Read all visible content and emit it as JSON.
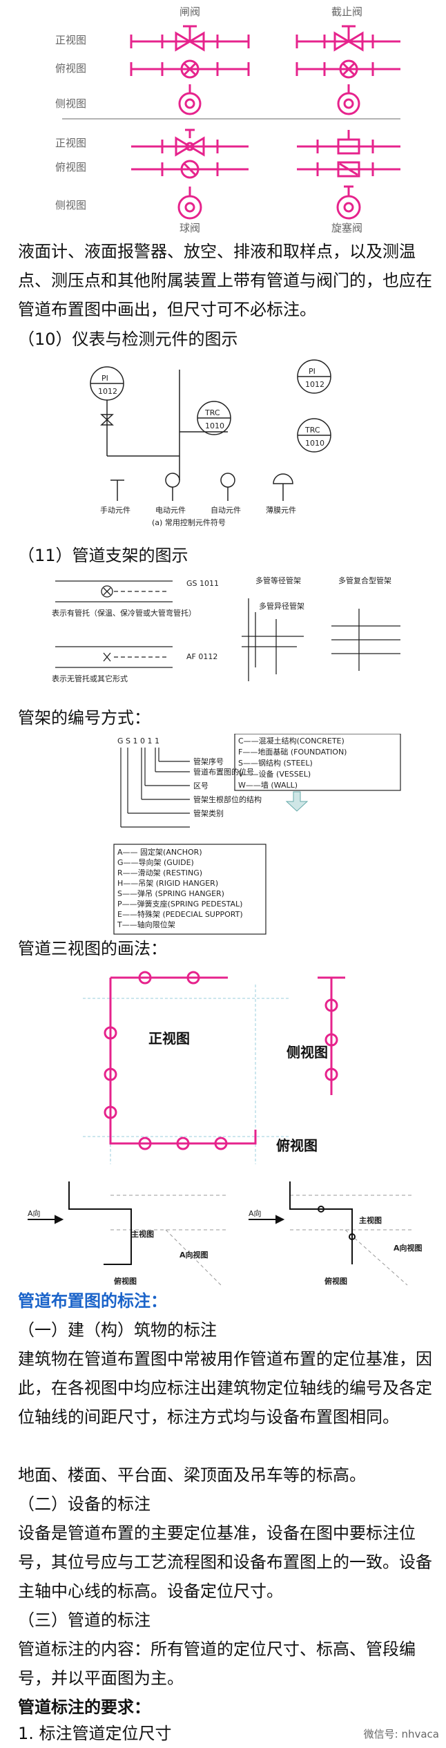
{
  "fig_valves": {
    "gate_valve": "闸阀",
    "globe_valve": "截止阀",
    "front_view": "正视图",
    "top_view": "俯视图",
    "side_view": "侧视图",
    "ball_valve": "球阀",
    "plug_valve": "旋塞阀"
  },
  "para_intro": "液面计、液面报警器、放空、排液和取样点，以及测温点、测压点和其他附属装置上带有管道与阀门的，也应在管道布置图中画出，但尺寸可不必标注。",
  "heading_10": "（10）仪表与检测元件的图示",
  "fig_instruments": {
    "pi_top": "PI",
    "pi_bottom": "1012",
    "trc_top": "TRC",
    "trc_bottom": "1010",
    "manual": "手动元件",
    "electric": "电动元件",
    "auto": "自动元件",
    "diaphragm": "薄膜元件",
    "caption": "(a) 常用控制元件符号"
  },
  "heading_11": "（11）管道支架的图示",
  "fig_supports": {
    "gs_code": "GS 1011",
    "with_shoe": "表示有管托（保温、保冷管或大管弯管托）",
    "af_code": "AF 0112",
    "without_shoe": "表示无管托或其它形式",
    "multi_equal": "多管等径管架",
    "multi_combined": "多管复合型管架",
    "multi_diff": "多管异径管架"
  },
  "heading_numbering": "管架的编号方式：",
  "fig_numbering": {
    "code_chars": "G S   1 0   1 1",
    "seq": "管架序号",
    "layout_no": "管道布置图的位号",
    "zone": "区号",
    "root_structure": "管架生根部位的结构",
    "category": "管架类别",
    "structure_items": [
      "C——混凝土结构(CONCRETE)",
      "F——地面基础 (FOUNDATION)",
      "S——钢结构 (STEEL)",
      "V——设备 (VESSEL)",
      "W——墙 (WALL)"
    ],
    "category_items": [
      "A—— 固定架(ANCHOR)",
      "G——导向架 (GUIDE)",
      "R——滑动架 (RESTING)",
      "H——吊架 (RIGID HANGER)",
      "S——弹吊 (SPRING HANGER)",
      "P——弹簧支座(SPRING PEDESTAL)",
      "E——特殊架 (PEDECIAL SUPPORT)",
      "T——轴向限位架"
    ]
  },
  "heading_three_view": "管道三视图的画法：",
  "fig_three_view": {
    "front": "正视图",
    "side": "侧视图",
    "top": "俯视图"
  },
  "fig_iso": {
    "a_dir_left": "A向",
    "main_view_left": "主视图",
    "a_view_left": "A向视图",
    "top_view_left": "俯视图",
    "a_dir_right": "A向",
    "main_view_right": "主视图",
    "a_view_right": "A向视图",
    "top_view_right": "俯视图"
  },
  "section_title": "管道布置图的标注：",
  "sub_1": "（一）建（构）筑物的标注",
  "para_1": "建筑物在管道布置图中常被用作管道布置的定位基准，因此，在各视图中均应标注出建筑物定位轴线的编号及各定位轴线的间距尺寸，标注方式均与设备布置图相同。",
  "para_2": "地面、楼面、平台面、梁顶面及吊车等的标高。",
  "sub_2": "（二）设备的标注",
  "para_3": "设备是管道布置的主要定位基准，设备在图中要标注位号，其位号应与工艺流程图和设备布置图上的一致。设备主轴中心线的标高。设备定位尺寸。",
  "sub_3": "（三）管道的标注",
  "para_4": "管道标注的内容：所有管道的定位尺寸、标高、管段编号，并以平面图为主。",
  "req_title": "管道标注的要求：",
  "req_1": "1. 标注管道定位尺寸",
  "watermark": "微信号: nhvaca",
  "colors": {
    "magenta": "#e6238c",
    "blue_heading": "#1a63c9",
    "gray_rule": "#999999"
  }
}
